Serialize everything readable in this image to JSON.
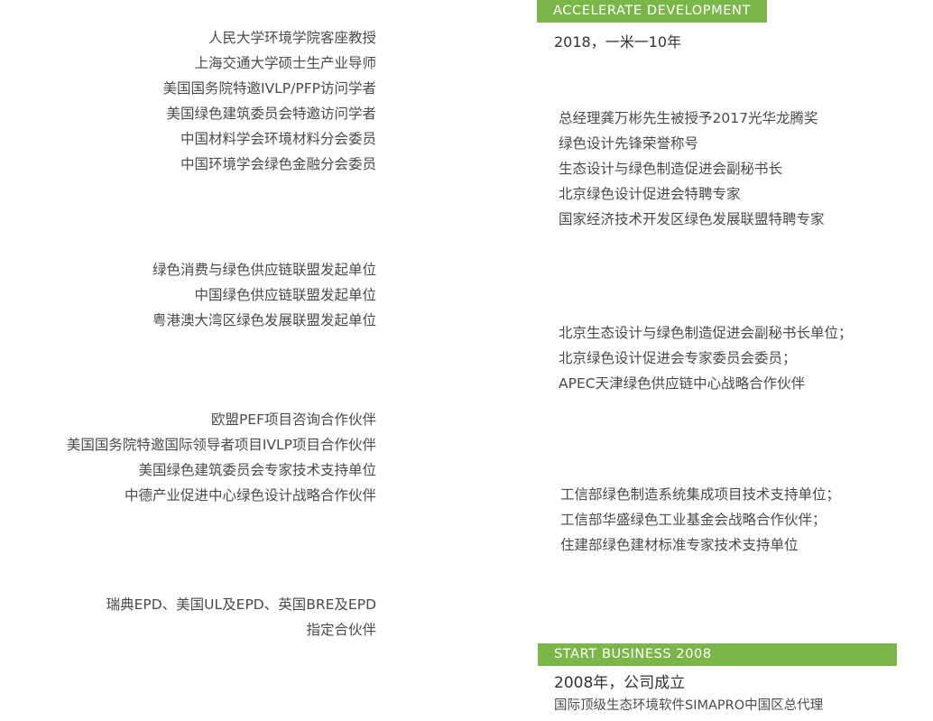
{
  "top_band": {
    "label": "ACCELERATE DEVELOPMENT"
  },
  "top_year": "2018，一米一10年",
  "left_groups": [
    {
      "lines": [
        "人民大学环境学院客座教授",
        "上海交通大学硕士生产业导师",
        "美国国务院特邀IVLP/PFP访问学者",
        "美国绿色建筑委员会特邀访问学者",
        "中国材料学会环境材料分会委员",
        "中国环境学会绿色金融分会委员"
      ]
    },
    {
      "lines": [
        "绿色消费与绿色供应链联盟发起单位",
        "中国绿色供应链联盟发起单位",
        "粤港澳大湾区绿色发展联盟发起单位"
      ]
    },
    {
      "lines": [
        "欧盟PEF项目咨询合作伙伴",
        "美国国务院特邀国际领导者项目IVLP项目合作伙伴",
        "美国绿色建筑委员会专家技术支持单位",
        "中德产业促进中心绿色设计战略合作伙伴"
      ]
    },
    {
      "lines": [
        "瑞典EPD、美国UL及EPD、英国BRE及EPD",
        "指定合伙伴"
      ]
    }
  ],
  "right_groups": [
    {
      "lines": [
        "总经理龚万彬先生被授予2017光华龙腾奖",
        "绿色设计先锋荣誉称号",
        "生态设计与绿色制造促进会副秘书长",
        "北京绿色设计促进会特聘专家",
        "国家经济技术开发区绿色发展联盟特聘专家"
      ]
    },
    {
      "lines": [
        "北京生态设计与绿色制造促进会副秘书长单位；",
        "北京绿色设计促进会专家委员会委员；",
        "APEC天津绿色供应链中心战略合作伙伴"
      ]
    },
    {
      "lines": [
        "工信部绿色制造系统集成项目技术支持单位；",
        "工信部华盛绿色工业基金会战略合作伙伴；",
        "住建部绿色建材标准专家技术支持单位"
      ]
    }
  ],
  "bottom_band": {
    "label": "START BUSINESS 2008"
  },
  "bottom_year": "2008年，公司成立",
  "bottom_desc": "国际顶级生态环境软件SIMAPRO中国区总代理",
  "colors": {
    "accent": "#7ab648",
    "text": "#4a4a4a",
    "year_text": "#333333"
  }
}
